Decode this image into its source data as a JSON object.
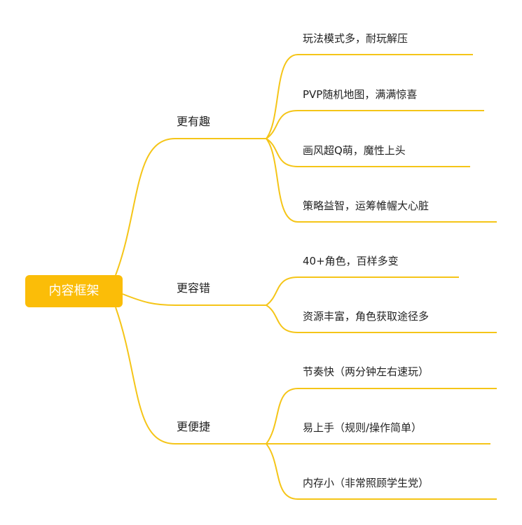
{
  "root": {
    "label": "内容框架"
  },
  "branches": [
    {
      "label": "更有趣",
      "children": [
        "玩法模式多，耐玩解压",
        "PVP随机地图，满满惊喜",
        "画风超Q萌，魔性上头",
        "策略益智，运筹帷幄大心脏"
      ]
    },
    {
      "label": "更容错",
      "children": [
        "40+角色，百样多变",
        "资源丰富，角色获取途径多"
      ]
    },
    {
      "label": "更便捷",
      "children": [
        "节奏快（两分钟左右速玩）",
        "易上手（规则/操作简单）",
        "内存小（非常照顾学生党）"
      ]
    }
  ],
  "colors": {
    "accent": "#fbbd08",
    "line": "#f5c518",
    "text": "#222222",
    "root_text": "#ffffff"
  }
}
